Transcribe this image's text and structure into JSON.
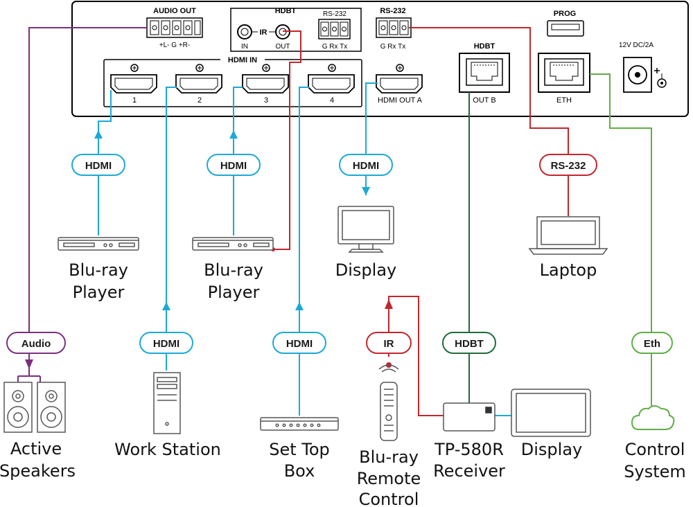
{
  "panel": {
    "audio_out_title": "AUDIO OUT",
    "audio_out_pins": "+L-   G   +R-",
    "hdbt_ir_title": "HDBT",
    "ir_label": "IR",
    "ir_in": "IN",
    "ir_out": "OUT",
    "rs232_small": "RS-232",
    "rs232_pins_a": "G Rx Tx",
    "rs232_title": "RS-232",
    "rs232_pins_b": "G Rx Tx",
    "prog_title": "PROG",
    "hdmi_in_title": "HDMI IN",
    "hdmi_in_ports": [
      "1",
      "2",
      "3",
      "4"
    ],
    "hdmi_out_a": "HDMI OUT A",
    "hdbt_out_title": "HDBT",
    "out_b": "OUT B",
    "eth": "ETH",
    "power": "12V DC/2A"
  },
  "pills": {
    "hdmi1": "HDMI",
    "hdmi2": "HDMI",
    "hdmi3": "HDMI",
    "hdmi4": "HDMI",
    "hdmi_out": "HDMI",
    "rs232": "RS-232",
    "audio": "Audio",
    "ir": "IR",
    "hdbt": "HDBT",
    "eth": "Eth"
  },
  "devices": {
    "bluray1": [
      "Blu-ray",
      "Player"
    ],
    "bluray2": [
      "Blu-ray",
      "Player"
    ],
    "display_top": [
      "Display"
    ],
    "laptop": [
      "Laptop"
    ],
    "speakers": [
      "Active",
      "Speakers"
    ],
    "workstation": [
      "Work Station"
    ],
    "settop": [
      "Set Top",
      "Box"
    ],
    "remote": [
      "Blu-ray",
      "Remote",
      "Control"
    ],
    "receiver": [
      "TP-580R",
      "Receiver"
    ],
    "display_bottom": [
      "Display"
    ],
    "control": [
      "Control",
      "System"
    ]
  },
  "colors": {
    "hdmi": "#1ba9d6",
    "rs232": "#c1272d",
    "audio": "#7b2f7d",
    "hdbt": "#1e6b3a",
    "eth": "#5fae45",
    "device": "#555555"
  }
}
